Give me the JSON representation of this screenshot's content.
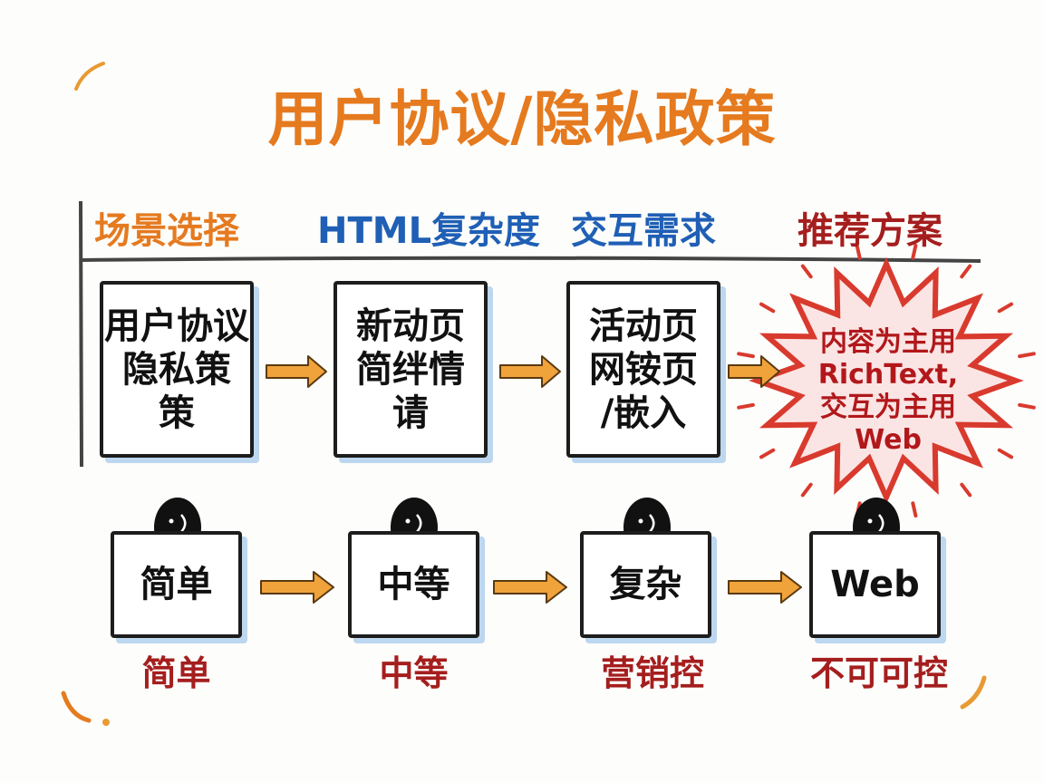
{
  "title": "用户协议/隐私政策",
  "headers": [
    {
      "label": "场景选择",
      "color": "#e57a1f"
    },
    {
      "label": "HTML复杂度",
      "color": "#1f5fb5"
    },
    {
      "label": "交互需求",
      "color": "#1f5fb5"
    },
    {
      "label": "推荐方案",
      "color": "#a51e1e"
    }
  ],
  "top_row": [
    {
      "lines": [
        "用户协议",
        "隐私策",
        "策"
      ]
    },
    {
      "lines": [
        "新动页",
        "简绊情",
        "请"
      ]
    },
    {
      "lines": [
        "活动页",
        "网铵页",
        "/嵌入"
      ]
    }
  ],
  "recommendation": {
    "lines": [
      "内容为主用",
      "RichText,",
      "交互为主用",
      "Web"
    ]
  },
  "bottom_row": [
    {
      "card": "简单",
      "caption": "简单"
    },
    {
      "card": "中等",
      "caption": "中等"
    },
    {
      "card": "复杂",
      "caption": "营销控"
    },
    {
      "card": "Web",
      "caption": "不可可控"
    }
  ]
}
